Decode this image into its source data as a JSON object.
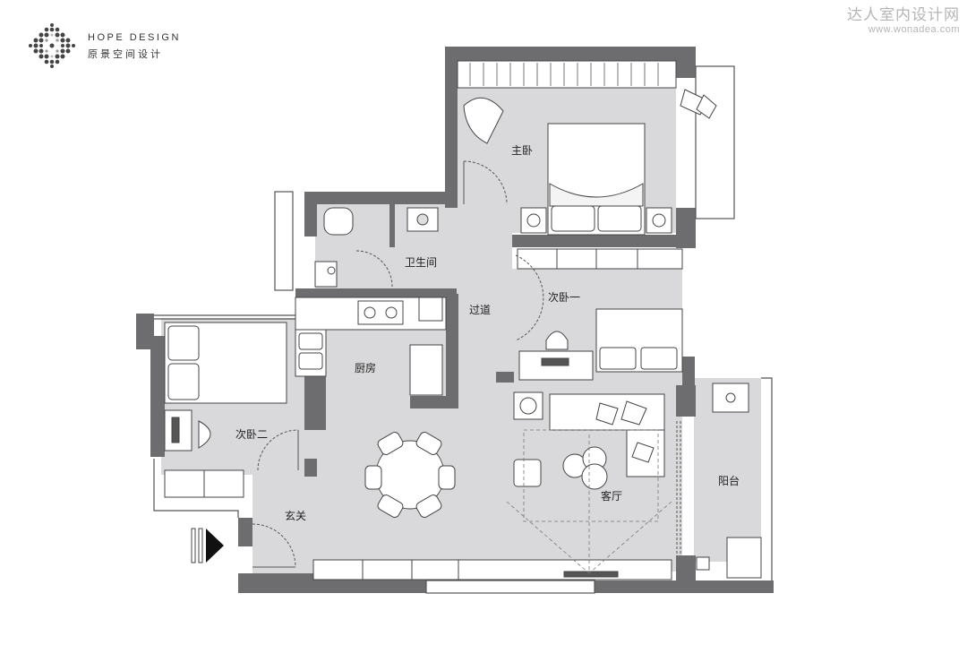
{
  "brand": {
    "name_en": "HOPE DESIGN",
    "name_cn": "原景空间设计"
  },
  "watermark": {
    "title": "达人室内设计网",
    "url": "www.wonadea.com"
  },
  "rooms": {
    "master_bedroom": "主卧",
    "bathroom": "卫生间",
    "corridor": "过道",
    "bedroom_one": "次卧一",
    "kitchen": "厨房",
    "bedroom_two": "次卧二",
    "entrance": "玄关",
    "living_room": "客厅",
    "balcony": "阳台"
  },
  "colors": {
    "wall": "#6d6d6f",
    "floor": "#d9d9db",
    "line": "#4a4a4a"
  }
}
